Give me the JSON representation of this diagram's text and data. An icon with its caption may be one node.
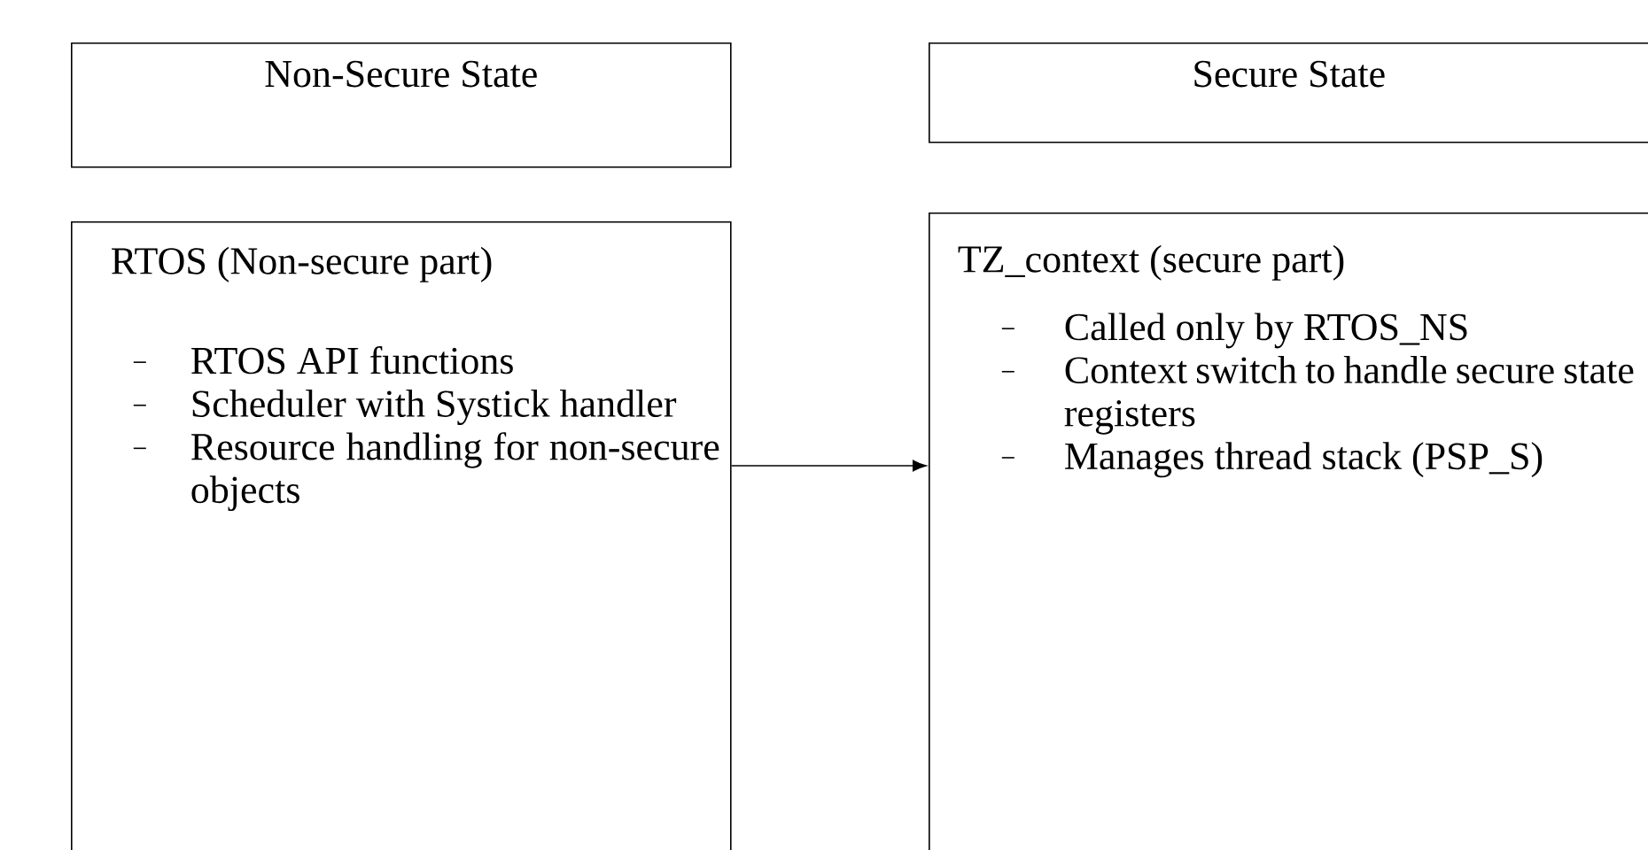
{
  "diagram": {
    "nodes": [
      {
        "text": [
          "Non-Secure State"
        ]
      },
      {
        "text": [
          "Secure State"
        ]
      },
      {
        "text": [
          "RTOS (Non-secure part)",
          "RTOS API functions",
          "Scheduler with Systick handler",
          "Resource handling for non-secure objects"
        ]
      },
      {
        "text": [
          "TZ_context (secure part)",
          "Called only by RTOS_NS",
          "Context switch to handle secure state registers",
          "Manages thread stack (PSP_S)"
        ]
      }
    ],
    "edges": [
      {
        "from": 2,
        "to": 3,
        "arrow": "to"
      }
    ]
  }
}
